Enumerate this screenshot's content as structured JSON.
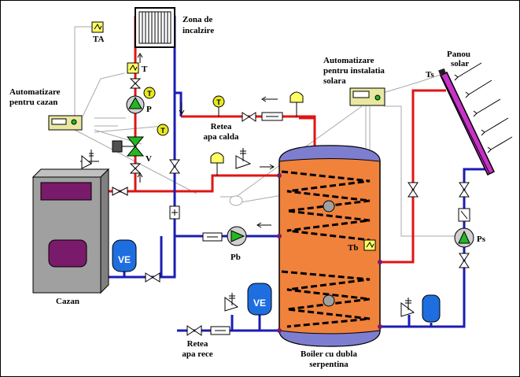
{
  "labels": {
    "ta": "TA",
    "t": "T",
    "p": "P",
    "v": "V",
    "zona_line1": "Zona de",
    "zona_line2": "incalzire",
    "auto_cazan_line1": "Automatizare",
    "auto_cazan_line2": "pentru cazan",
    "retea_calda_line1": "Retea",
    "retea_calda_line2": "apa calda",
    "auto_solar_line1": "Automatizare",
    "auto_solar_line2": "pentru instalatia",
    "auto_solar_line3": "solara",
    "panou_line1": "Panou",
    "panou_line2": "solar",
    "ts": "Ts",
    "tb": "Tb",
    "pb": "Pb",
    "ps": "Ps",
    "ve1": "VE",
    "ve2": "VE",
    "cazan": "Cazan",
    "retea_rece_line1": "Retea",
    "retea_rece_line2": "apa rece",
    "boiler_line1": "Boiler cu dubla",
    "boiler_line2": "serpentina"
  },
  "colors": {
    "hot_pipe": "#e01414",
    "cold_pipe": "#1c1cb4",
    "control_wire": "#a8a8a8",
    "boiler": "#f0823c",
    "boiler_cap": "#7e7ed0",
    "pump": "#22b822",
    "solar_panel": "#c832c8",
    "expansion_vessel": "#1e6ee0",
    "boiler_unit": "#a0a0a0",
    "boiler_unit_panel": "#7a1a6a",
    "thermometer": "#e8e820"
  }
}
